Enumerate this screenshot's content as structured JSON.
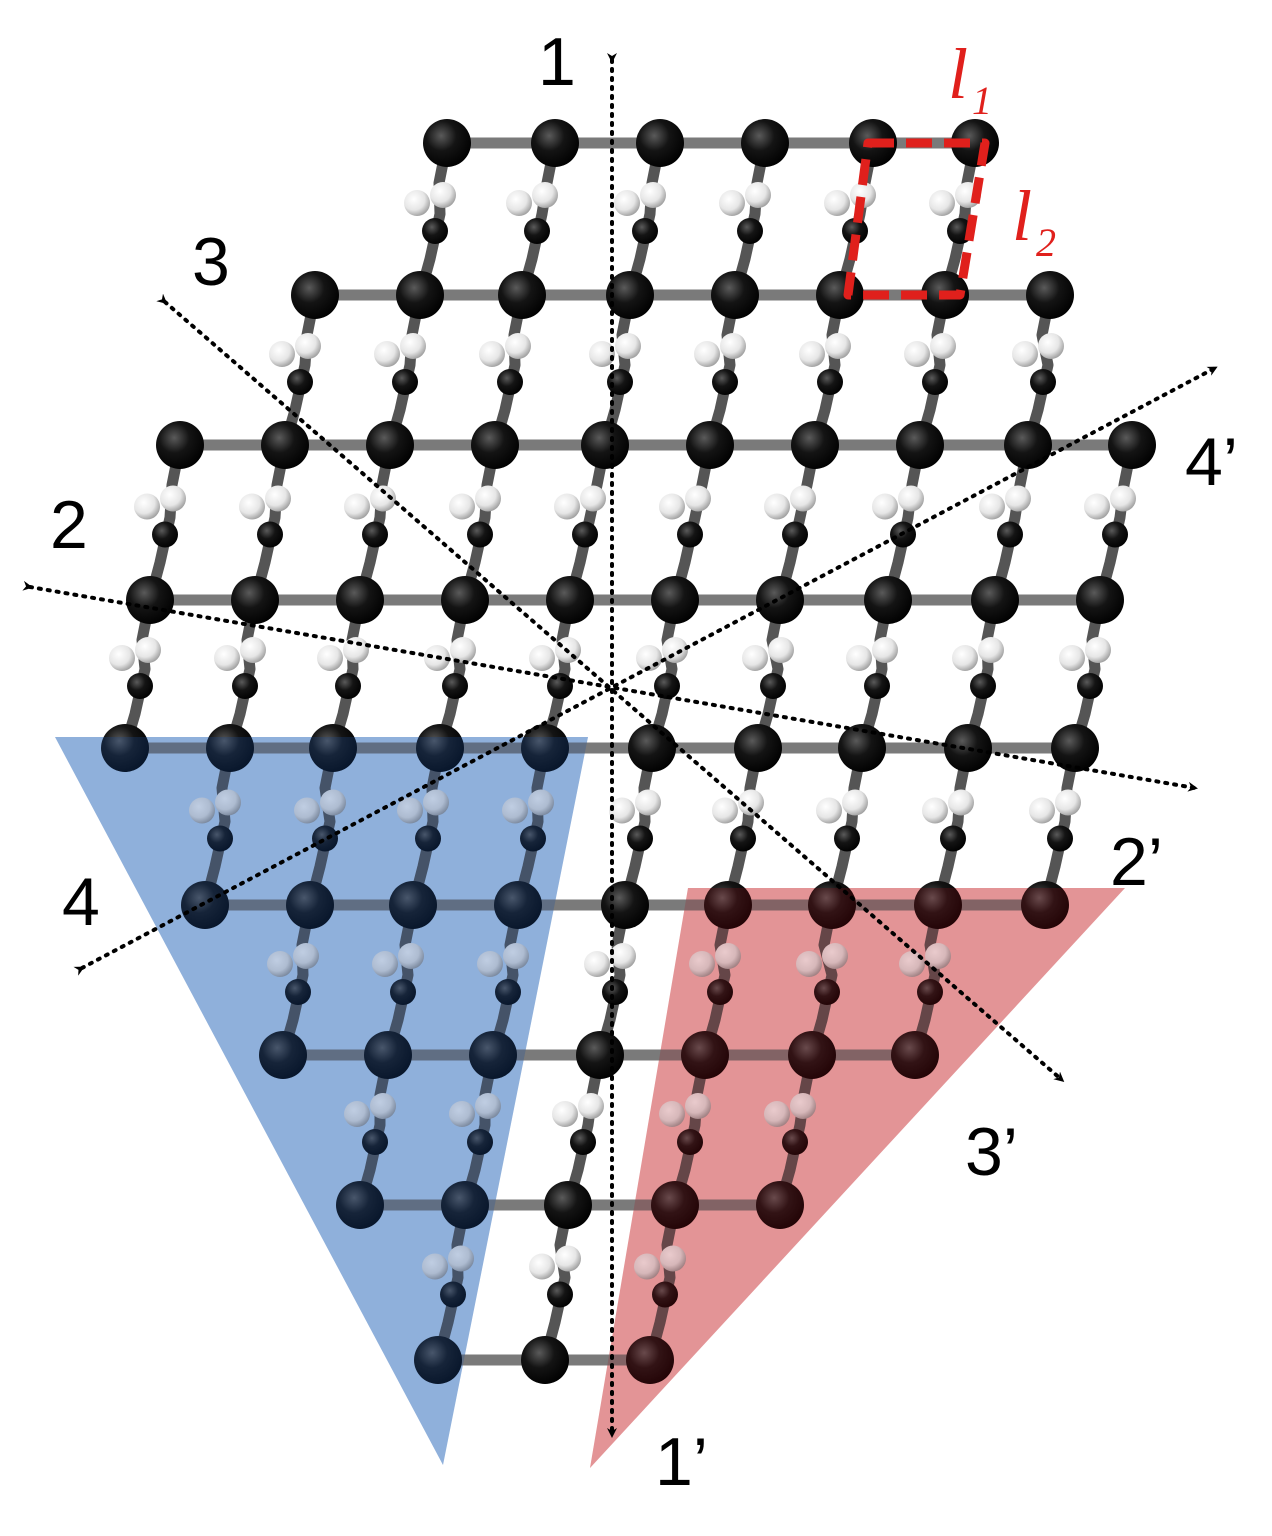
{
  "labels": {
    "axis_1": "1",
    "axis_1p": "1’",
    "axis_2": "2",
    "axis_2p": "2’",
    "axis_3": "3",
    "axis_3p": "3’",
    "axis_4": "4",
    "axis_4p": "4’",
    "l1_base": "l",
    "l1_sub": "1",
    "l2_base": "l",
    "l2_sub": "2"
  },
  "colors": {
    "carbon": "#111111",
    "bond": "#7a7a7a",
    "hydrogen": "#f2f2f2",
    "blue_region": "#b8d4f3",
    "red_region": "#f6b5b5",
    "unit_cell": "#e0201c",
    "arrow": "#000000"
  }
}
